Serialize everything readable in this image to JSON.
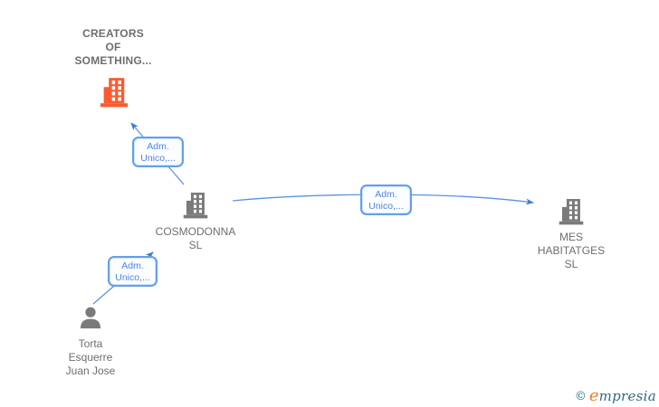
{
  "colors": {
    "highlight_company_orange": "#F95B32",
    "entity_gray": "#7A7A7A",
    "label_text_gray": "#6E6E6E",
    "edge_blue": "#4A86E8",
    "edge_box_border": "#63A0E8",
    "brand_teal": "#2F6B7E",
    "brand_orange": "#EE7C2B"
  },
  "nodes": {
    "creators": {
      "type": "company",
      "icon": "building-icon",
      "lines": [
        "CREATORS",
        "OF",
        "SOMETHING..."
      ]
    },
    "cosmodonna": {
      "type": "company",
      "icon": "building-icon",
      "lines": [
        "COSMODONNA",
        "SL"
      ]
    },
    "mes_habitatges": {
      "type": "company",
      "icon": "building-icon",
      "lines": [
        "MES",
        "HABITATGES",
        "SL"
      ]
    },
    "torta": {
      "type": "person",
      "icon": "person-icon",
      "lines": [
        "Torta",
        "Esquerre",
        "Juan Jose"
      ]
    }
  },
  "edges": {
    "cosmodonna_to_creators": {
      "from": "COSMODONNA SL",
      "to": "CREATORS OF SOMETHING...",
      "label": [
        "Adm.",
        "Unico,..."
      ]
    },
    "cosmodonna_to_mes": {
      "from": "COSMODONNA SL",
      "to": "MES HABITATGES SL",
      "label": [
        "Adm.",
        "Unico,..."
      ]
    },
    "torta_to_cosmodonna": {
      "from": "Torta Esquerre Juan Jose",
      "to": "COSMODONNA SL",
      "label": [
        "Adm.",
        "Unico,..."
      ]
    }
  },
  "watermark": {
    "copyright_symbol": "©",
    "brand_initial": "e",
    "brand_rest": "mpresia"
  }
}
